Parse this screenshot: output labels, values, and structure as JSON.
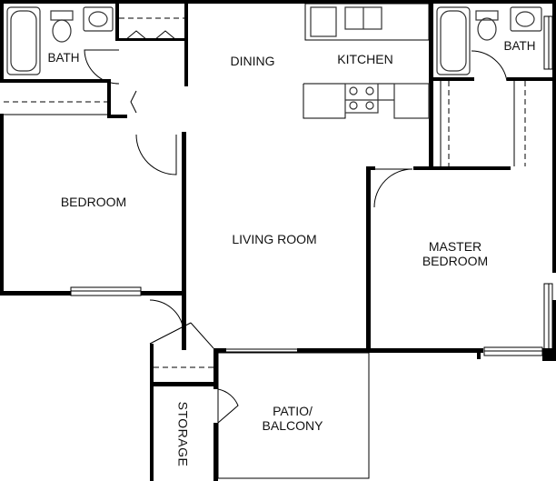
{
  "rooms": {
    "bath_left": "BATH",
    "bath_right": "BATH",
    "dining": "DINING",
    "kitchen": "KITCHEN",
    "bedroom": "BEDROOM",
    "living_room": "LIVING ROOM",
    "master_bedroom_line1": "MASTER",
    "master_bedroom_line2": "BEDROOM",
    "patio_line1": "PATIO/",
    "patio_line2": "BALCONY",
    "storage": "STORAGE"
  },
  "colors": {
    "wall": "#000000",
    "fixture": "#333333",
    "background": "#ffffff"
  }
}
